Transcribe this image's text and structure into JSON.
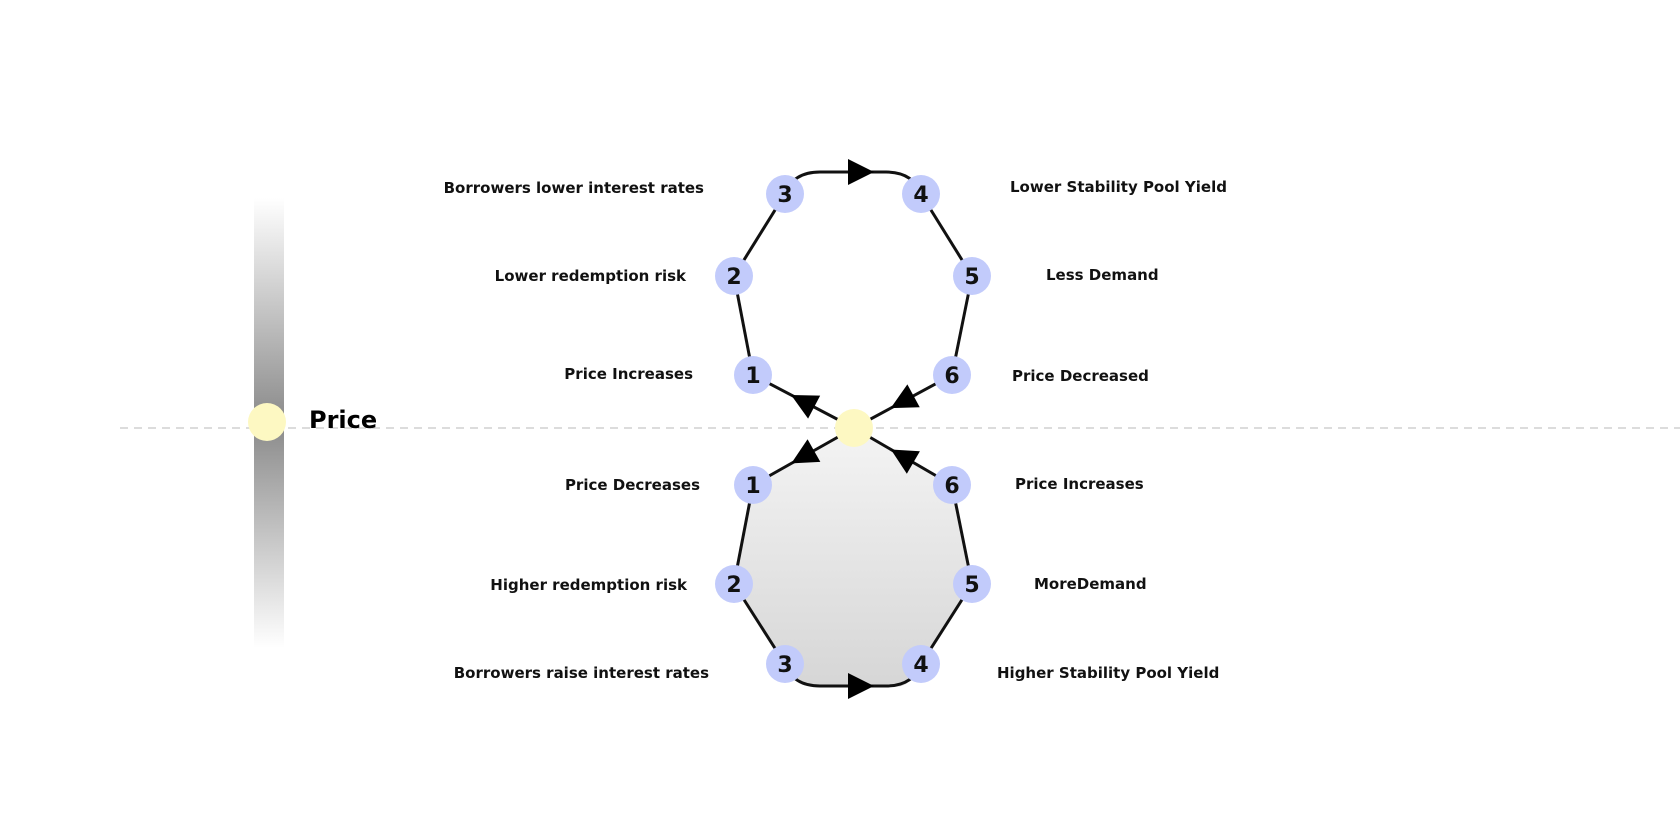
{
  "price_label": "Price",
  "colors": {
    "node": "#c2cbfb",
    "center": "#fdf8c2",
    "line": "#111111",
    "dash": "#cccccc"
  },
  "top_loop": {
    "nodes": [
      {
        "number": "1",
        "label": "Price Increases"
      },
      {
        "number": "2",
        "label": "Lower redemption risk"
      },
      {
        "number": "3",
        "label": "Borrowers lower interest rates"
      },
      {
        "number": "4",
        "label": "Lower Stability Pool Yield"
      },
      {
        "number": "5",
        "label": "Less Demand"
      },
      {
        "number": "6",
        "label": "Price Decreased"
      }
    ]
  },
  "bottom_loop": {
    "nodes": [
      {
        "number": "1",
        "label": "Price Decreases"
      },
      {
        "number": "2",
        "label": "Higher redemption risk"
      },
      {
        "number": "3",
        "label": "Borrowers raise interest rates"
      },
      {
        "number": "4",
        "label": "Higher Stability Pool Yield"
      },
      {
        "number": "5",
        "label": "MoreDemand"
      },
      {
        "number": "6",
        "label": "Price Increases"
      }
    ]
  }
}
